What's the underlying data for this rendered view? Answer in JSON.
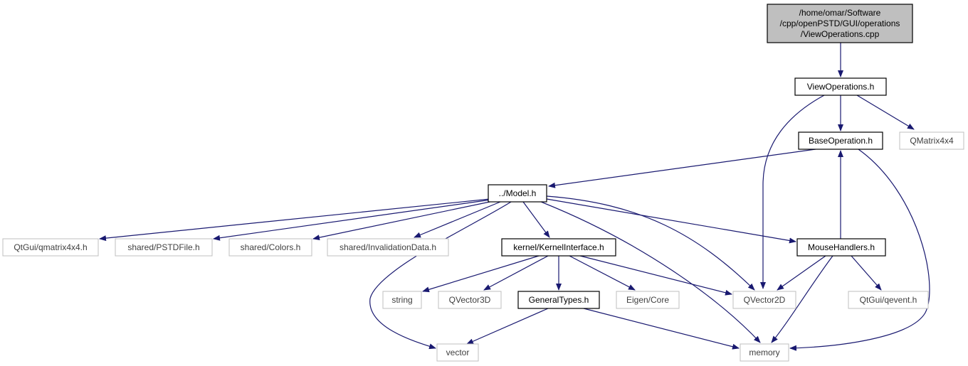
{
  "colors": {
    "edge": "#191970",
    "root_fill": "#bfbfbf",
    "linked_border": "#000000",
    "external_border": "#bfbfbf",
    "text_linked": "#000000",
    "text_external": "#404040"
  },
  "nodes": {
    "view_operations_cpp": {
      "lines": [
        "/home/omar/Software",
        "/cpp/openPSTD/GUI/operations",
        "/ViewOperations.cpp"
      ],
      "kind": "root"
    },
    "view_operations_h": {
      "lines": [
        "ViewOperations.h"
      ],
      "kind": "linked"
    },
    "base_operation_h": {
      "lines": [
        "BaseOperation.h"
      ],
      "kind": "linked"
    },
    "qmatrix4x4": {
      "lines": [
        "QMatrix4x4"
      ],
      "kind": "external"
    },
    "model_h": {
      "lines": [
        "../Model.h"
      ],
      "kind": "linked"
    },
    "qtgui_qmatrix4x4_h": {
      "lines": [
        "QtGui/qmatrix4x4.h"
      ],
      "kind": "external"
    },
    "shared_pstdfile_h": {
      "lines": [
        "shared/PSTDFile.h"
      ],
      "kind": "external"
    },
    "shared_colors_h": {
      "lines": [
        "shared/Colors.h"
      ],
      "kind": "external"
    },
    "shared_invalidationdata_h": {
      "lines": [
        "shared/InvalidationData.h"
      ],
      "kind": "external"
    },
    "kernel_kernelinterface_h": {
      "lines": [
        "kernel/KernelInterface.h"
      ],
      "kind": "linked"
    },
    "mousehandlers_h": {
      "lines": [
        "MouseHandlers.h"
      ],
      "kind": "linked"
    },
    "string": {
      "lines": [
        "string"
      ],
      "kind": "external"
    },
    "qvector3d": {
      "lines": [
        "QVector3D"
      ],
      "kind": "external"
    },
    "generaltypes_h": {
      "lines": [
        "GeneralTypes.h"
      ],
      "kind": "linked"
    },
    "eigen_core": {
      "lines": [
        "Eigen/Core"
      ],
      "kind": "external"
    },
    "qvector2d": {
      "lines": [
        "QVector2D"
      ],
      "kind": "external"
    },
    "qtgui_qevent_h": {
      "lines": [
        "QtGui/qevent.h"
      ],
      "kind": "external"
    },
    "vector": {
      "lines": [
        "vector"
      ],
      "kind": "external"
    },
    "memory": {
      "lines": [
        "memory"
      ],
      "kind": "external"
    }
  },
  "edges": [
    [
      "view_operations_cpp",
      "view_operations_h"
    ],
    [
      "view_operations_h",
      "base_operation_h"
    ],
    [
      "view_operations_h",
      "qmatrix4x4"
    ],
    [
      "view_operations_h",
      "qvector2d"
    ],
    [
      "base_operation_h",
      "model_h"
    ],
    [
      "base_operation_h",
      "memory"
    ],
    [
      "mousehandlers_h",
      "base_operation_h"
    ],
    [
      "model_h",
      "qtgui_qmatrix4x4_h"
    ],
    [
      "model_h",
      "shared_pstdfile_h"
    ],
    [
      "model_h",
      "shared_colors_h"
    ],
    [
      "model_h",
      "shared_invalidationdata_h"
    ],
    [
      "model_h",
      "kernel_kernelinterface_h"
    ],
    [
      "model_h",
      "mousehandlers_h"
    ],
    [
      "model_h",
      "vector"
    ],
    [
      "model_h",
      "memory"
    ],
    [
      "model_h",
      "qvector2d"
    ],
    [
      "kernel_kernelinterface_h",
      "string"
    ],
    [
      "kernel_kernelinterface_h",
      "qvector3d"
    ],
    [
      "kernel_kernelinterface_h",
      "generaltypes_h"
    ],
    [
      "kernel_kernelinterface_h",
      "eigen_core"
    ],
    [
      "kernel_kernelinterface_h",
      "qvector2d"
    ],
    [
      "generaltypes_h",
      "vector"
    ],
    [
      "generaltypes_h",
      "memory"
    ],
    [
      "mousehandlers_h",
      "qvector2d"
    ],
    [
      "mousehandlers_h",
      "qtgui_qevent_h"
    ],
    [
      "mousehandlers_h",
      "memory"
    ]
  ]
}
